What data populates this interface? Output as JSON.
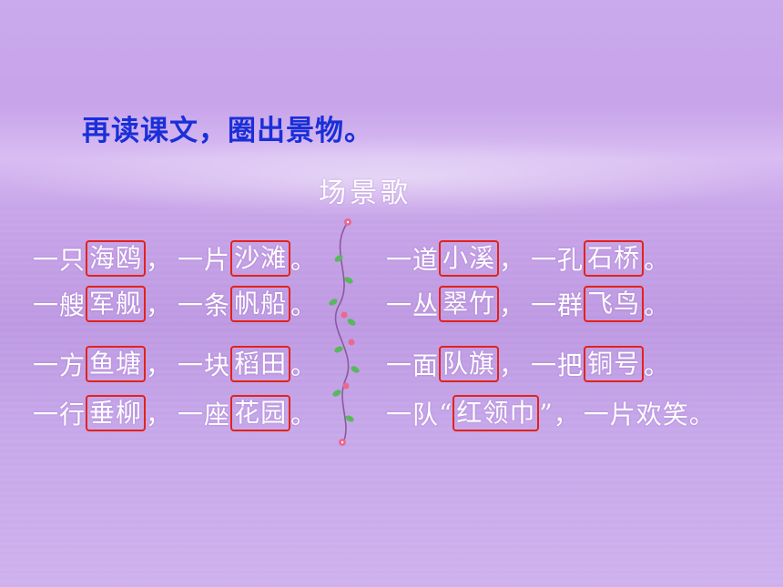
{
  "instruction": "再读课文，圈出景物。",
  "poem_title": "场景歌",
  "lines": [
    {
      "num": "一只",
      "a": "海鸥",
      "sep": "，",
      "num2": "一片",
      "b": "沙滩",
      "end": "。"
    },
    {
      "num": "一艘",
      "a": "军舰",
      "sep": "，",
      "num2": "一条",
      "b": "帆船",
      "end": "。"
    },
    {
      "num": "一方",
      "a": "鱼塘",
      "sep": "，",
      "num2": "一块",
      "b": "稻田",
      "end": "。"
    },
    {
      "num": "一行",
      "a": "垂柳",
      "sep": "，",
      "num2": "一座",
      "b": "花园",
      "end": "。"
    },
    {
      "num": "一道",
      "a": "小溪",
      "sep": "，",
      "num2": "一孔",
      "b": "石桥",
      "end": "。"
    },
    {
      "num": "一丛",
      "a": "翠竹",
      "sep": "，",
      "num2": "一群",
      "b": "飞鸟",
      "end": "。"
    },
    {
      "num": "一面",
      "a": "队旗",
      "sep": "，",
      "num2": "一把",
      "b": "铜号",
      "end": "。"
    },
    {
      "num": "一队",
      "open_quote": "“",
      "a": "红领巾",
      "close_quote": "”",
      "sep": "，",
      "tail": "一片欢笑",
      "end": "。"
    }
  ],
  "colors": {
    "instruction": "#1a2fd8",
    "box_border": "#e2231a",
    "vine_leaf": "#58b85c",
    "vine_flower": "#e86a8e",
    "text": "#ffffff"
  },
  "decorations": {
    "divider": "flower-vine-icon"
  }
}
